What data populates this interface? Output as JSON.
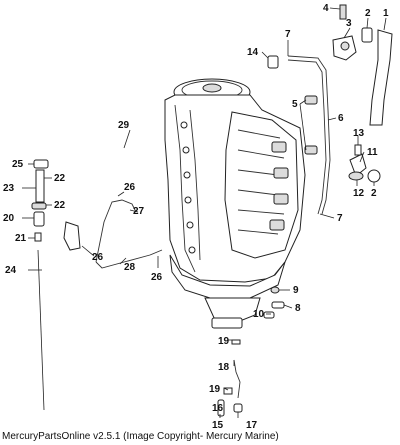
{
  "caption": "MercuryPartsOnline v2.5.1 (Image Copyright- Mercury Marine)",
  "callouts": {
    "c1": "1",
    "c2a": "2",
    "c2b": "2",
    "c3": "3",
    "c4": "4",
    "c5": "5",
    "c6": "6",
    "c7a": "7",
    "c7b": "7",
    "c8": "8",
    "c9": "9",
    "c10": "10",
    "c11": "11",
    "c12": "12",
    "c13": "13",
    "c14": "14",
    "c15": "15",
    "c16": "16",
    "c17": "17",
    "c18": "18",
    "c19a": "19",
    "c19b": "19",
    "c20": "20",
    "c21": "21",
    "c22a": "22",
    "c22b": "22",
    "c23": "23",
    "c24": "24",
    "c25": "25",
    "c26a": "26",
    "c26b": "26",
    "c26c": "26",
    "c27": "27",
    "c28": "28",
    "c29": "29"
  }
}
